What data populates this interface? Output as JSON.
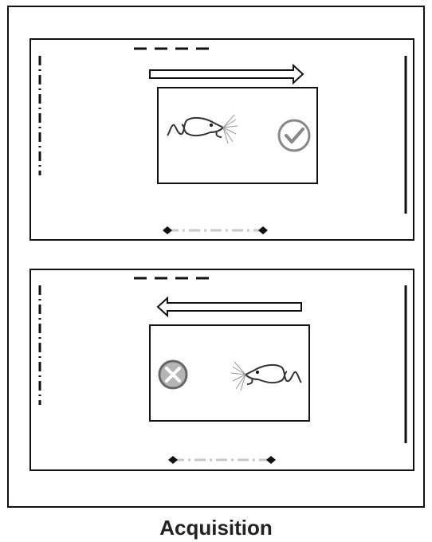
{
  "caption": "Acquisition",
  "panels": [
    {
      "arrow_direction": "right",
      "outcome": "correct",
      "outcome_icon": "check-icon",
      "subject_side": "left"
    },
    {
      "arrow_direction": "left",
      "outcome": "incorrect",
      "outcome_icon": "cross-icon",
      "subject_side": "right"
    }
  ],
  "colors": {
    "stroke": "#111111",
    "icon_gray": "#888888",
    "cross_fill": "#b5b5b5",
    "bar_gray": "#c8c8c8"
  }
}
